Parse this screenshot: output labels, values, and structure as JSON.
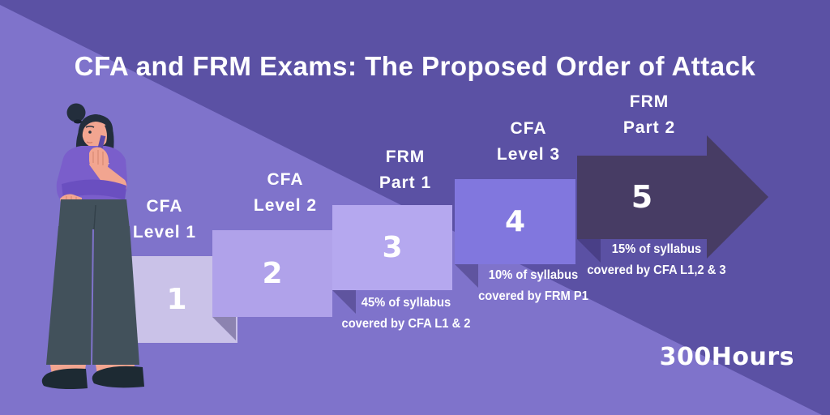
{
  "title": "CFA and FRM Exams: The Proposed Order of Attack",
  "brand": "300Hours",
  "steps": [
    {
      "number": "1",
      "label": [
        "CFA",
        "Level 1"
      ]
    },
    {
      "number": "2",
      "label": [
        "CFA",
        "Level 2"
      ]
    },
    {
      "number": "3",
      "label": [
        "FRM",
        "Part 1"
      ],
      "note": [
        "45% of syllabus",
        "covered by CFA L1 & 2"
      ]
    },
    {
      "number": "4",
      "label": [
        "CFA",
        "Level 3"
      ],
      "note": [
        "10% of syllabus",
        "covered by FRM P1"
      ]
    },
    {
      "number": "5",
      "label": [
        "FRM",
        "Part 2"
      ],
      "note": [
        "15% of syllabus",
        "covered by CFA L1,2 & 3"
      ]
    }
  ],
  "colors": {
    "background_dark": "#5b51a4",
    "background_light": "#7f73cb",
    "step1_box": "#cac2e8",
    "step2_box": "#b0a2ea",
    "step3_box": "#b5a8ef",
    "step4_box": "#8177de",
    "step5_arrow": "#473c64",
    "text": "#ffffff"
  }
}
